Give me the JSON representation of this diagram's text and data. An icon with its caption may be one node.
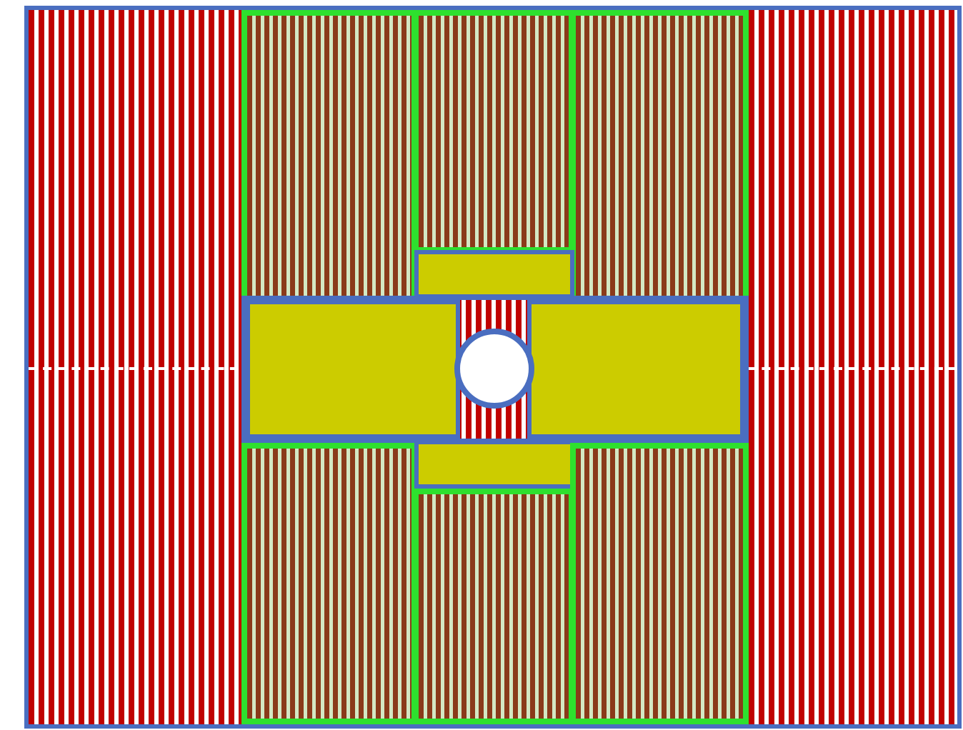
{
  "diagram": {
    "nodes": [
      {
        "text": [],
        "shape": "box"
      },
      {
        "text": [],
        "shape": "box",
        "in": 0
      },
      {
        "text": [],
        "shape": "box",
        "in": 0
      },
      {
        "text": [],
        "shape": "box",
        "in": 0
      },
      {
        "text": [],
        "shape": "box",
        "in": 0
      },
      {
        "text": [],
        "shape": "box",
        "in": 0
      },
      {
        "text": [],
        "shape": "box",
        "in": 5
      },
      {
        "text": [],
        "shape": "box",
        "in": 5
      },
      {
        "text": [],
        "shape": "circle",
        "in": 5
      },
      {
        "text": [],
        "shape": "box",
        "in": 0
      },
      {
        "text": [],
        "shape": "box",
        "in": 0
      },
      {
        "text": [],
        "shape": "box",
        "in": 0
      },
      {
        "text": [],
        "shape": "box",
        "in": 0
      }
    ]
  }
}
